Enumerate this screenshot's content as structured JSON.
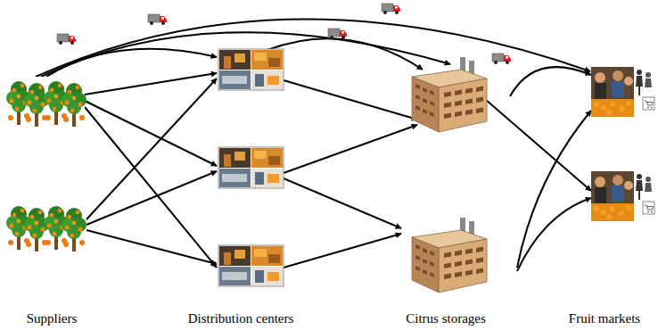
{
  "diagram": {
    "labels": [
      "Suppliers",
      "Distribution centers",
      "Citrus storages",
      "Fruit markets"
    ]
  }
}
